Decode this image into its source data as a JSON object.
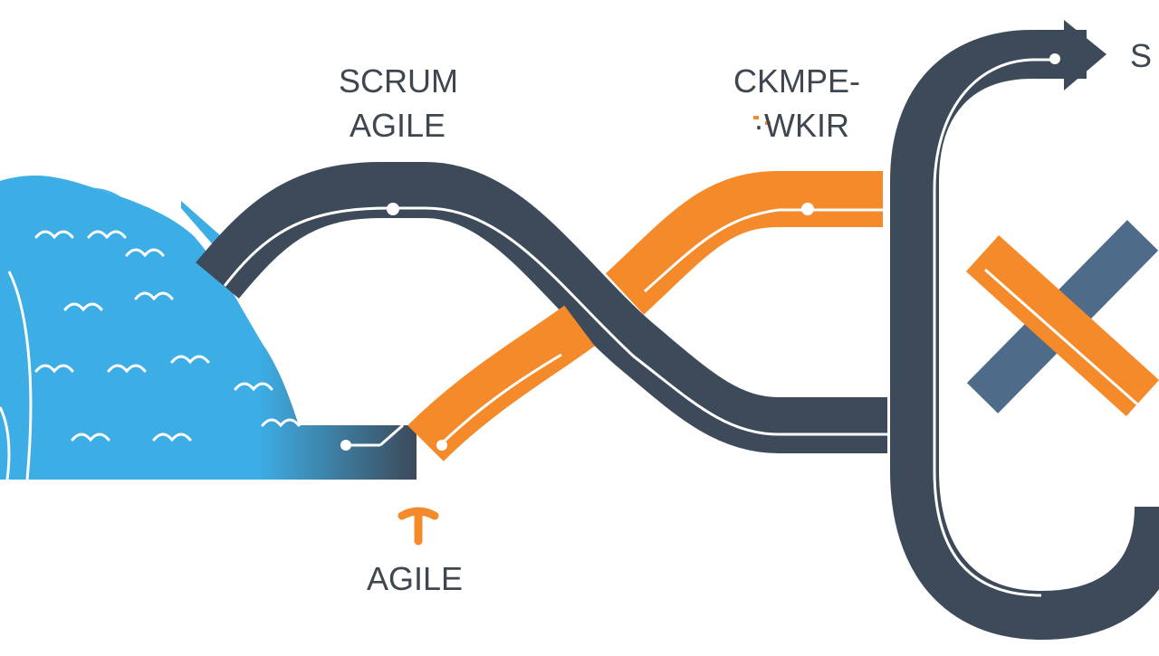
{
  "labels": {
    "scrum": "SCRUM",
    "agile_top": "AGILE",
    "ckmpe": "CKMPE-",
    "wkir": "·WKIR",
    "agile_bottom": "AGILE",
    "edge_fragment": "S"
  },
  "colors": {
    "waterfall_blue": "#3daee5",
    "track_dark": "#3d4a59",
    "track_orange": "#f58a2a",
    "track_slate_blue": "#4f6b8a",
    "text": "#3e4650",
    "highlight": "#ffffff"
  },
  "icons": [
    "waterfall-icon",
    "scrum-infinity-loop-icon",
    "return-loop-arrow-icon",
    "fork-node-icon"
  ]
}
